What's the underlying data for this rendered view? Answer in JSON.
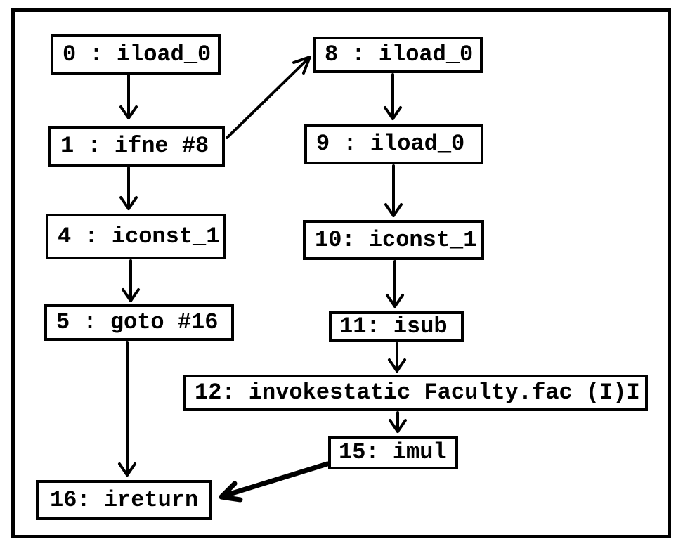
{
  "diagram": {
    "type": "control-flow-graph",
    "background_color": "#ffffff",
    "line_color": "#000000",
    "nodes": [
      {
        "id": "0",
        "label": "0 : iload_0"
      },
      {
        "id": "8",
        "label": "8 : iload_0"
      },
      {
        "id": "1",
        "label": "1 : ifne #8"
      },
      {
        "id": "9",
        "label": "9 : iload_0"
      },
      {
        "id": "4",
        "label": "4 : iconst_1"
      },
      {
        "id": "10",
        "label": "10: iconst_1"
      },
      {
        "id": "5",
        "label": "5 : goto #16"
      },
      {
        "id": "11",
        "label": "11: isub"
      },
      {
        "id": "12",
        "label": "12: invokestatic Faculty.fac (I)I"
      },
      {
        "id": "15",
        "label": "15: imul"
      },
      {
        "id": "16",
        "label": "16: ireturn"
      }
    ],
    "edges": [
      {
        "from": "0",
        "to": "1"
      },
      {
        "from": "1",
        "to": "8"
      },
      {
        "from": "1",
        "to": "4"
      },
      {
        "from": "4",
        "to": "5"
      },
      {
        "from": "5",
        "to": "16"
      },
      {
        "from": "8",
        "to": "9"
      },
      {
        "from": "9",
        "to": "10"
      },
      {
        "from": "10",
        "to": "11"
      },
      {
        "from": "11",
        "to": "12"
      },
      {
        "from": "12",
        "to": "15"
      },
      {
        "from": "15",
        "to": "16"
      }
    ]
  }
}
